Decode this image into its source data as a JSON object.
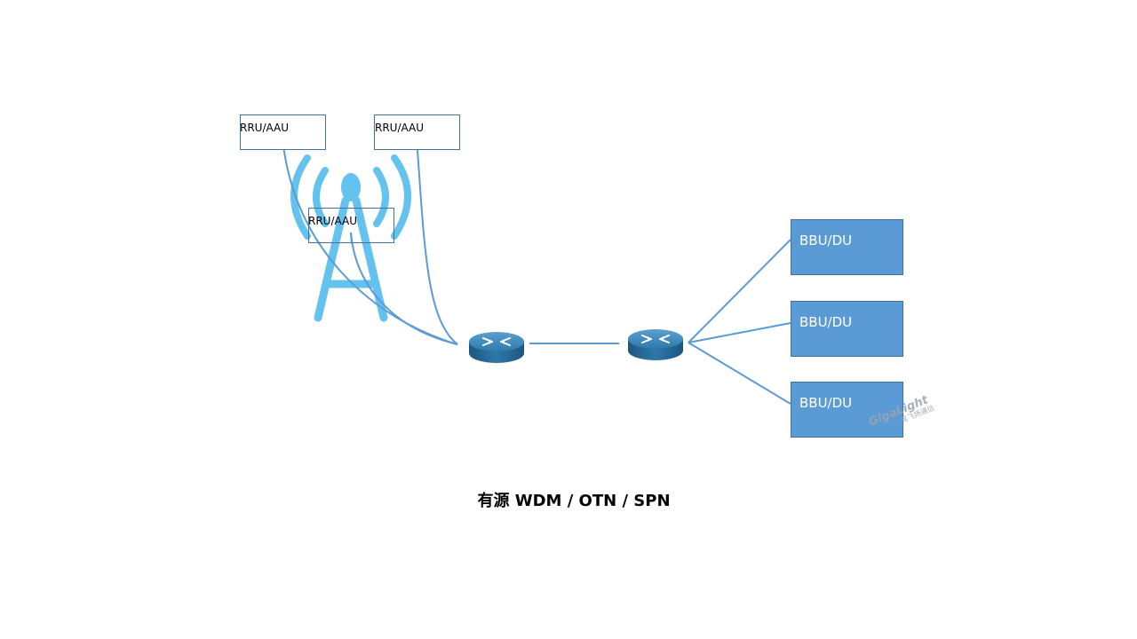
{
  "colors": {
    "link": "#5b9bd5",
    "tower": "#63c3ee",
    "rru_border": "#41719c",
    "bbu_fill": "#5b9bd5",
    "bbu_border": "#41719c",
    "router_top": "#3a7fae",
    "router_side": "#1f5b85"
  },
  "rru": {
    "labels": [
      "RRU/AAU",
      "RRU/AAU",
      "RRU/AAU"
    ]
  },
  "bbu": {
    "labels": [
      "BBU/DU",
      "BBU/DU",
      "BBU/DU"
    ]
  },
  "routers": {
    "icons": [
      "router-icon",
      "router-icon"
    ]
  },
  "tower": {
    "icon": "cell-tower-icon"
  },
  "caption": "有源 WDM / OTN / SPN",
  "watermark": {
    "text": "GigaLight",
    "subtext": "易飞扬通信"
  }
}
